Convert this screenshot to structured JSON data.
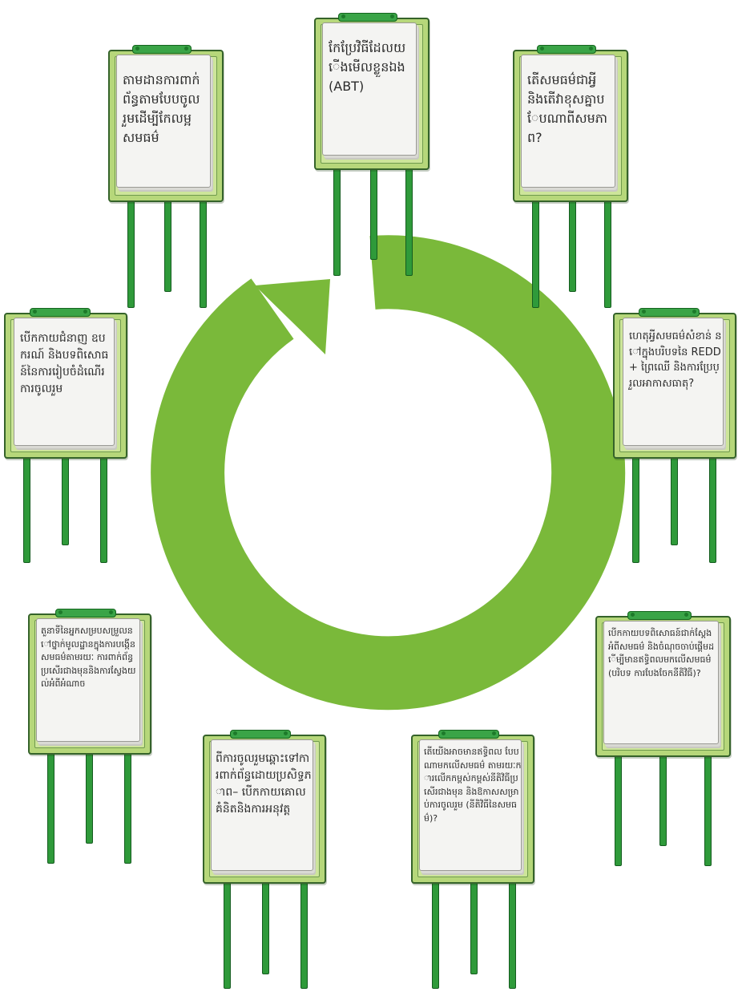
{
  "colors": {
    "cycle_arrow": "#7ab93a",
    "board_frame": "#b6d77a",
    "board_border": "#35632a",
    "clip_and_legs": "#2f9a3a",
    "paper": "#f4f4f2"
  },
  "cycle_arrow_icon": "circular-arrow-icon",
  "boards": [
    {
      "id": "top-left",
      "text": "តាមដានការពាក់ព័ន្ធតាមបែបចូលរួមដើម្បីកែលម្អសមធម៌"
    },
    {
      "id": "top-center",
      "text": "កែប្រែវិធីដែលយើងមើលខ្លួនឯង(ABT)"
    },
    {
      "id": "top-right",
      "text": "តើសមធម៌ជាអ្វី និងតើវាខុសគ្នាបែបណាពីសមភាព?"
    },
    {
      "id": "middle-left",
      "text": "បើកកាយជំនាញ ឧបករណ៍ និងបទពិសោធន៍នៃការរៀបចំដំណើរការចូលរួម"
    },
    {
      "id": "middle-right",
      "text": "ហេតុអ្វីសមធម៌សំខាន់ នៅក្នុងបរិបទនៃ REDD+ ព្រៃឈើ និងការប្រែប្រួលអាកាសធាតុ?"
    },
    {
      "id": "lower-left",
      "text": "តួនាទីនៃអ្នកសម្របសម្រួលនៅថ្នាក់មូលដ្ឋានក្នុងការបង្កើនសមធម៌តាមរយៈ ការពាក់ព័ន្ធប្រសើរជាងមុននិងការស្វែងយល់អំពីអំណាច"
    },
    {
      "id": "lower-right",
      "text": "បើកកាយបទពិសោធន៍ជាក់ស្តែងអំពីសមធម៌ និងចំណុចចាប់ផ្តើមដើម្បីមានឥទ្ធិពលមកលើសមធម៌ (បរិបទ ការបែងចែកនីតិវិធី)?"
    },
    {
      "id": "bottom-center-left",
      "text": "ពីការចូលរួមឆ្ពោះទៅការពាក់ព័ន្ធដោយប្រសិទ្ធភាព– បើកកាយគោលគំនិតនិងការអនុវត្ត"
    },
    {
      "id": "bottom-center-right",
      "text": "តើយើងអាចមានឥទ្ធិពល បែបណាមកលើសមធម៌ តាមរយៈការលើកកម្ពស់កម្ពស់នីតិវិធីប្រសើរជាងមុន និងឱកាសសម្រាប់ការចូលរួម (នីតិវិធីនៃសមធម៌)?"
    }
  ]
}
